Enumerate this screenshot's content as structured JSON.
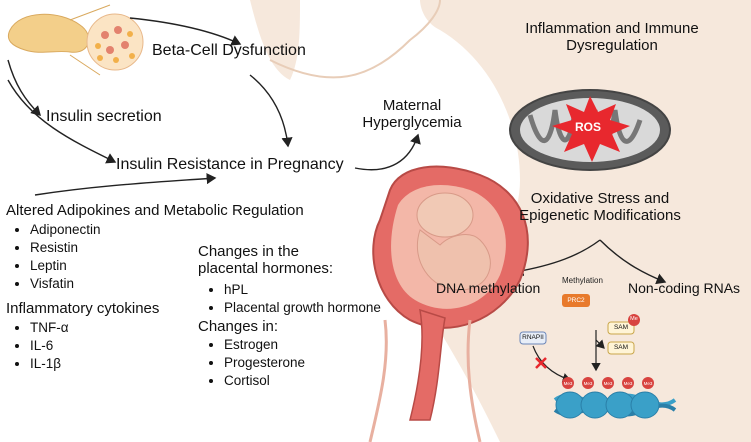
{
  "labels": {
    "beta_cell": "Beta-Cell Dysfunction",
    "insulin_secretion": "Insulin secretion",
    "insulin_resistance": "Insulin Resistance in Pregnancy",
    "maternal_line1": "Maternal",
    "maternal_line2": "Hyperglycemia",
    "inflammation_line1": "Inflammation and Immune",
    "inflammation_line2": "Dysregulation",
    "ros": "ROS",
    "oxidative_line1": "Oxidative Stress and",
    "oxidative_line2": "Epigenetic Modifications",
    "dna_methylation": "DNA methylation",
    "non_coding": "Non-coding RNAs"
  },
  "adipokines": {
    "heading": "Altered Adipokines and Metabolic Regulation",
    "items": [
      "Adiponectin",
      "Resistin",
      "Leptin",
      "Visfatin"
    ]
  },
  "cytokines": {
    "heading": "Inflammatory cytokines",
    "items": [
      "TNF-α",
      "IL-6",
      "IL-1β"
    ]
  },
  "placental": {
    "heading_line1": "Changes in the",
    "heading_line2": "placental hormones:",
    "items": [
      "hPL",
      "Placental growth hormone"
    ]
  },
  "changes": {
    "heading": "Changes in:",
    "items": [
      "Estrogen",
      "Progesterone",
      "Cortisol"
    ]
  },
  "methylation_panel": {
    "title": "Methylation",
    "prc2": "PRC2",
    "sam1": "SAM",
    "sam2": "SAM",
    "me": "Me",
    "rnapii": "RNAPII",
    "me3": "Me3"
  },
  "colors": {
    "skin": "#f5e6d8",
    "uterus": "#e06a66",
    "ros_star": "#e8282e",
    "mito": "#6e6e6e",
    "dna": "#3aa0c8",
    "prc2": "#e87a2c"
  }
}
